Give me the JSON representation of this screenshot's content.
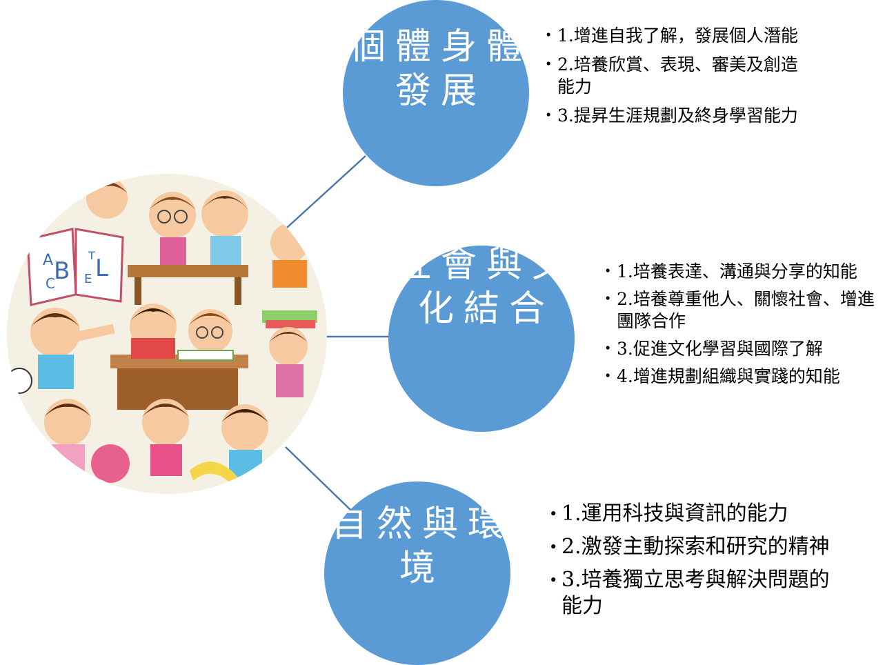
{
  "nodes": [
    {
      "id": "individual",
      "title": "個體身體發展",
      "items": [
        "1.增進自我了解，發展個人潛能",
        "2.培養欣賞、表現、審美及創造能力",
        "3.提昇生涯規劃及終身學習能力"
      ]
    },
    {
      "id": "society",
      "title": "社會與文化結合",
      "items": [
        "1.培養表達、溝通與分享的知能",
        "2.培養尊重他人、關懷社會、增進團隊合作",
        "3.促進文化學習與國際了解",
        "4.增進規劃組織與實踐的知能"
      ]
    },
    {
      "id": "nature",
      "title": "自然與環境",
      "items": [
        "1.運用科技與資訊的能力",
        "2.激發主動探索和研究的精神",
        "3.培養獨立思考與解決問題的能力"
      ]
    }
  ],
  "photo": {
    "letters": [
      "A",
      "B",
      "C",
      "L",
      "E",
      "T"
    ]
  },
  "colors": {
    "node_fill": "#5b9bd5",
    "connector": "#4a78a8",
    "node_text": "#ffffff"
  }
}
